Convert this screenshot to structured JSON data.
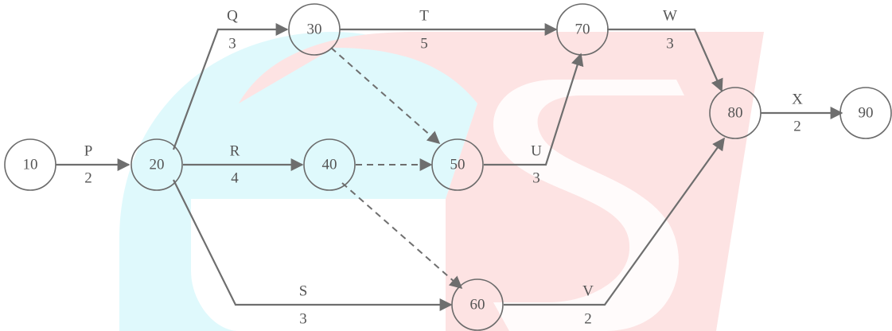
{
  "diagram": {
    "watermark_colors": {
      "cyan": "#dff9fc",
      "pink": "#fde3e3"
    },
    "nodes": [
      {
        "id": "n10",
        "label": "10"
      },
      {
        "id": "n20",
        "label": "20"
      },
      {
        "id": "n30",
        "label": "30"
      },
      {
        "id": "n40",
        "label": "40"
      },
      {
        "id": "n50",
        "label": "50"
      },
      {
        "id": "n60",
        "label": "60"
      },
      {
        "id": "n70",
        "label": "70"
      },
      {
        "id": "n80",
        "label": "80"
      },
      {
        "id": "n90",
        "label": "90"
      }
    ],
    "activities": [
      {
        "name": "P",
        "duration": "2",
        "from": "10",
        "to": "20"
      },
      {
        "name": "Q",
        "duration": "3",
        "from": "20",
        "to": "30"
      },
      {
        "name": "R",
        "duration": "4",
        "from": "20",
        "to": "40"
      },
      {
        "name": "S",
        "duration": "3",
        "from": "20",
        "to": "60"
      },
      {
        "name": "T",
        "duration": "5",
        "from": "30",
        "to": "70"
      },
      {
        "name": "U",
        "duration": "3",
        "from": "50",
        "to": "70"
      },
      {
        "name": "V",
        "duration": "2",
        "from": "60",
        "to": "80"
      },
      {
        "name": "W",
        "duration": "3",
        "from": "70",
        "to": "80"
      },
      {
        "name": "X",
        "duration": "2",
        "from": "80",
        "to": "90"
      }
    ],
    "dummy_activities": [
      {
        "from": "30",
        "to": "50"
      },
      {
        "from": "40",
        "to": "50"
      },
      {
        "from": "40",
        "to": "60"
      }
    ]
  }
}
